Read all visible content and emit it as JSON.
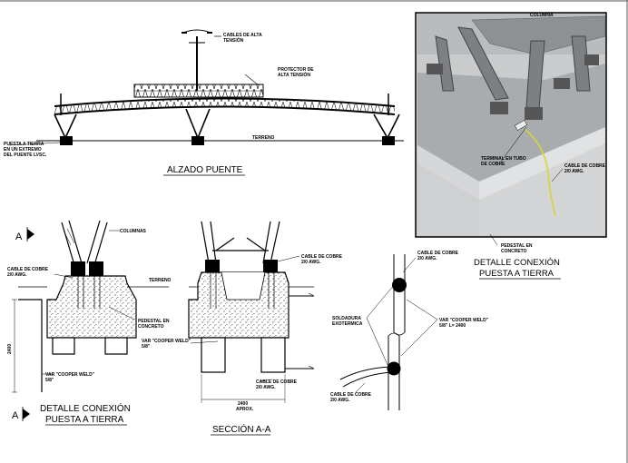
{
  "elevation": {
    "title": "ALZADO PUENTE",
    "labels": {
      "cables": [
        "CABLES DE ALTA",
        "TENSIÓN"
      ],
      "protector": [
        "PROTECTOR DE",
        "ALTA TENSIÓN"
      ],
      "terreno": "TERRENO",
      "ground": [
        "PUESTA A TIERRA",
        "EN UN EXTREMO",
        "DEL PUENTE LVSC."
      ]
    }
  },
  "photo_detail": {
    "title": [
      "DETALLE CONEXIÓN",
      "PUESTA A TIERRA"
    ],
    "labels": {
      "columna": "COLUMNA",
      "terminal": [
        "TERMINAL EN TUBO",
        "DE COBRE"
      ],
      "cable": [
        "CABLE DE COBRE",
        "2/0 AWG."
      ],
      "pedestal": [
        "PEDESTAL EN",
        "CONCRETO"
      ]
    }
  },
  "detail_left": {
    "title": [
      "DETALLE CONEXIÓN",
      "PUESTA A TIERRA"
    ],
    "marker": "A",
    "labels": {
      "columnas": "COLUMNAS",
      "cable": [
        "CABLE DE COBRE",
        "2/0 AWG."
      ],
      "terreno": "TERRENO",
      "pedestal": [
        "PEDESTAL EN",
        "CONCRETO"
      ],
      "var": [
        "VAR \"COOPER WELD\"",
        "5/8\""
      ],
      "dim": "2400"
    }
  },
  "section": {
    "title": "SECCIÓN A-A",
    "labels": {
      "cable_top": [
        "CABLE DE COBRE",
        "2/0 AWG."
      ],
      "var": [
        "VAR \"COOPER WELD\"",
        "5/8\""
      ],
      "cable_bottom": [
        "CABLE DE COBRE",
        "2/0 AWG."
      ],
      "dim": [
        "2400",
        "APROX."
      ]
    }
  },
  "weld_detail": {
    "labels": {
      "cable_top": [
        "CABLE DE COBRE",
        "2/0 AWG."
      ],
      "soldadura": [
        "SOLDADURA",
        "EXOTERMICA"
      ],
      "var": [
        "VAR \"COOPER WELD\"",
        "5/8\" L= 2400"
      ],
      "cable_bottom": [
        "CABLE DE COBRE",
        "2/0 AWG."
      ]
    }
  }
}
